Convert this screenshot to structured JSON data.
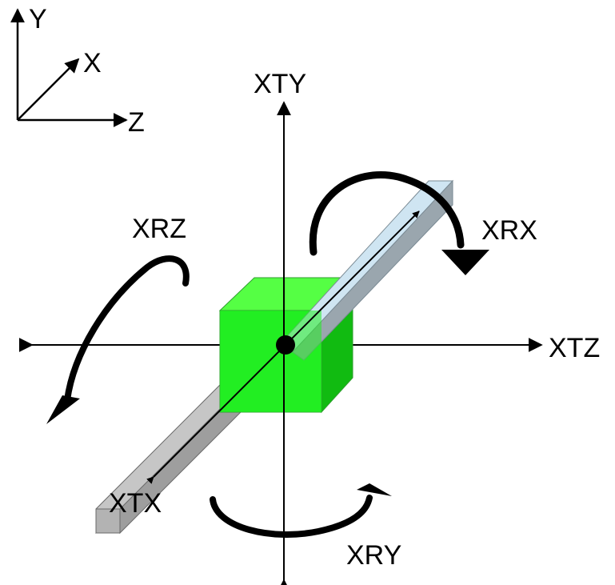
{
  "coordinate_frame": {
    "y_label": "Y",
    "x_label": "X",
    "z_label": "Z"
  },
  "labels": {
    "translation_y": "XTY",
    "translation_z": "XTZ",
    "translation_x": "XTX",
    "rotation_x": "XRX",
    "rotation_y": "XRY",
    "rotation_z": "XRZ"
  },
  "colors": {
    "cube_front": "#22ee22",
    "cube_top": "#55ff44",
    "cube_side": "#11bb11",
    "beam_upper": "#cfe5f2",
    "beam_lower": "#c6c6c6",
    "beam_side": "#9aa6ae",
    "ink": "#000000"
  }
}
